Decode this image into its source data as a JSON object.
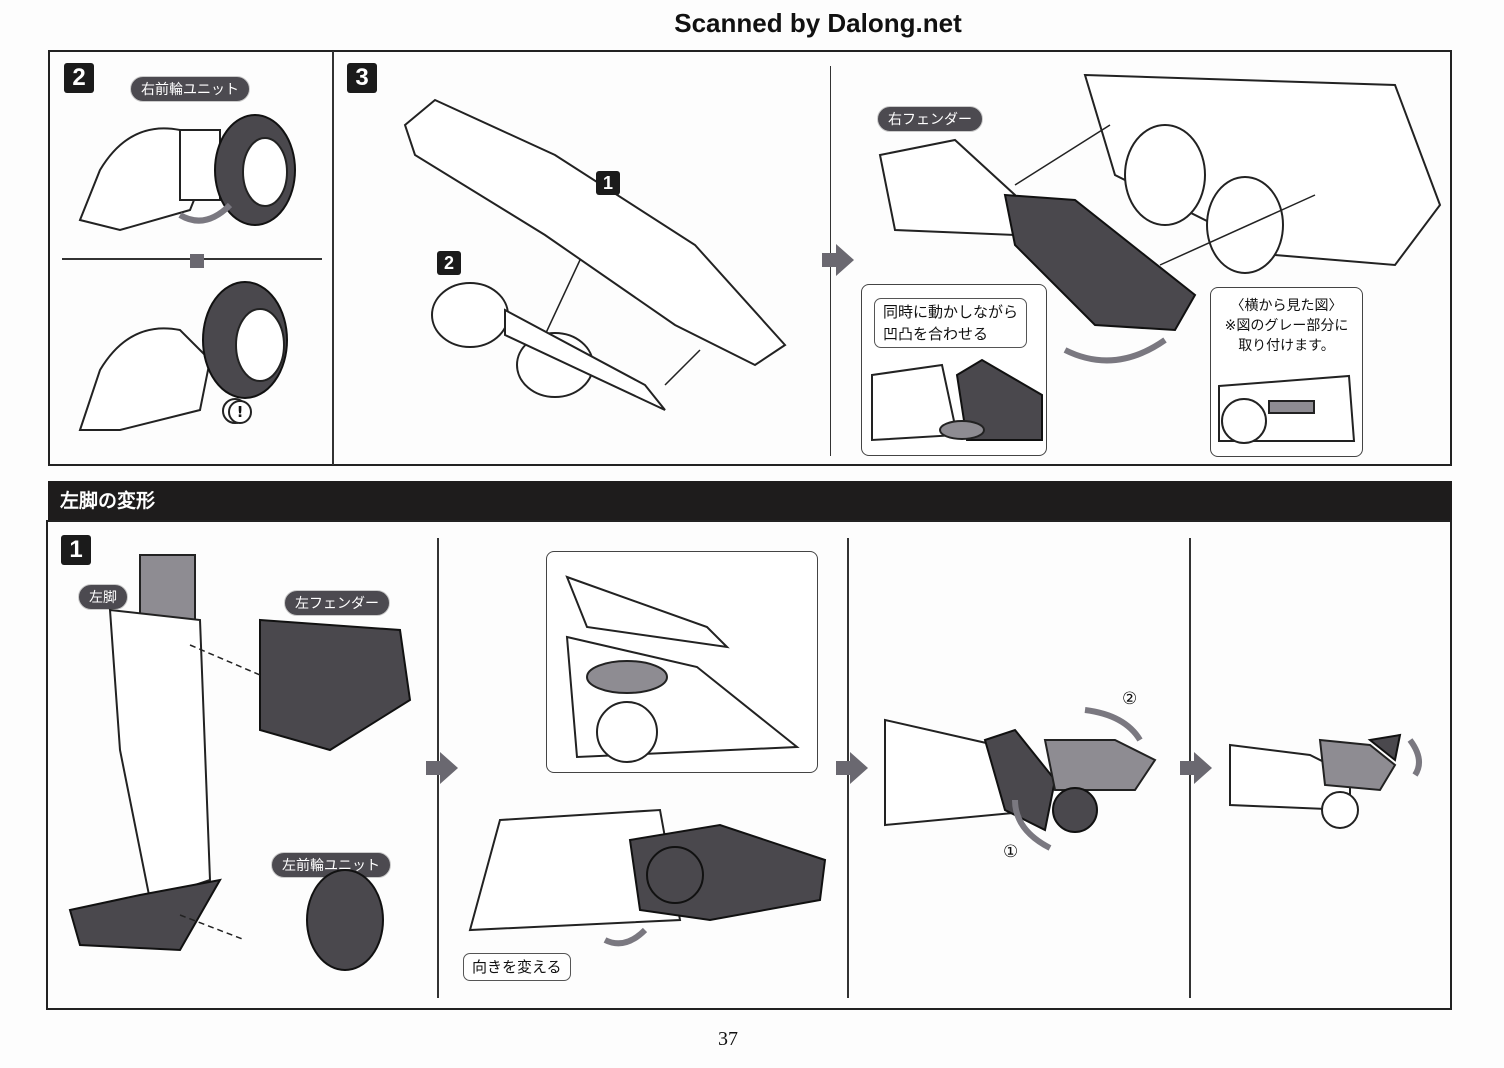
{
  "scan_title": "Scanned by Dalong.net",
  "top_panels": {
    "step2": {
      "number": "2",
      "label": "右前輪ユニット",
      "warning": "!"
    },
    "step3": {
      "number": "3",
      "sub_markers": [
        "1",
        "2"
      ],
      "fender_label": "右フェンダー",
      "callout_left": {
        "line1": "同時に動かしながら",
        "line2": "凹凸を合わせる"
      },
      "callout_right": {
        "title": "〈横から見た図〉",
        "line1": "※図のグレー部分に",
        "line2": "取り付けます。"
      }
    }
  },
  "section_title": "左脚の変形",
  "bottom_panels": {
    "step1": {
      "number": "1",
      "leg_label": "左脚",
      "fender_label": "左フェンダー",
      "wheel_label": "左前輪ユニット"
    },
    "panel2": {
      "direction_label": "向きを変える"
    },
    "panel3": {
      "marker1": "①",
      "marker2": "②"
    }
  },
  "page_number": "37"
}
